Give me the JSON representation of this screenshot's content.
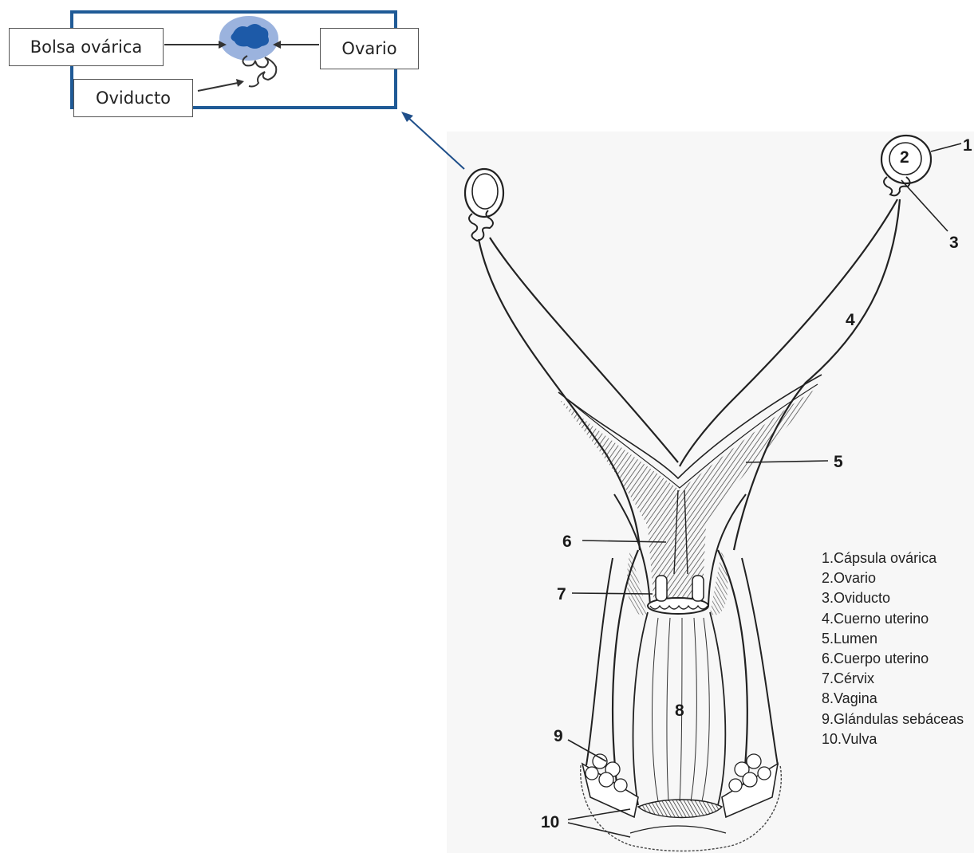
{
  "inset": {
    "labels": {
      "bolsa": "Bolsa ovárica",
      "ovario": "Ovario",
      "oviducto": "Oviducto"
    },
    "frame_color": "#1f5a96",
    "ovary_color": "#1d5aa8"
  },
  "markers": [
    "1",
    "2",
    "3",
    "4",
    "5",
    "6",
    "7",
    "8",
    "9",
    "10"
  ],
  "legend": [
    "1.Cápsula ovárica",
    "2.Ovario",
    "3.Oviducto",
    "4.Cuerno uterino",
    "5.Lumen",
    "6.Cuerpo uterino",
    "7.Cérvix",
    "8.Vagina",
    "9.Glándulas sebáceas",
    "10.Vulva"
  ]
}
